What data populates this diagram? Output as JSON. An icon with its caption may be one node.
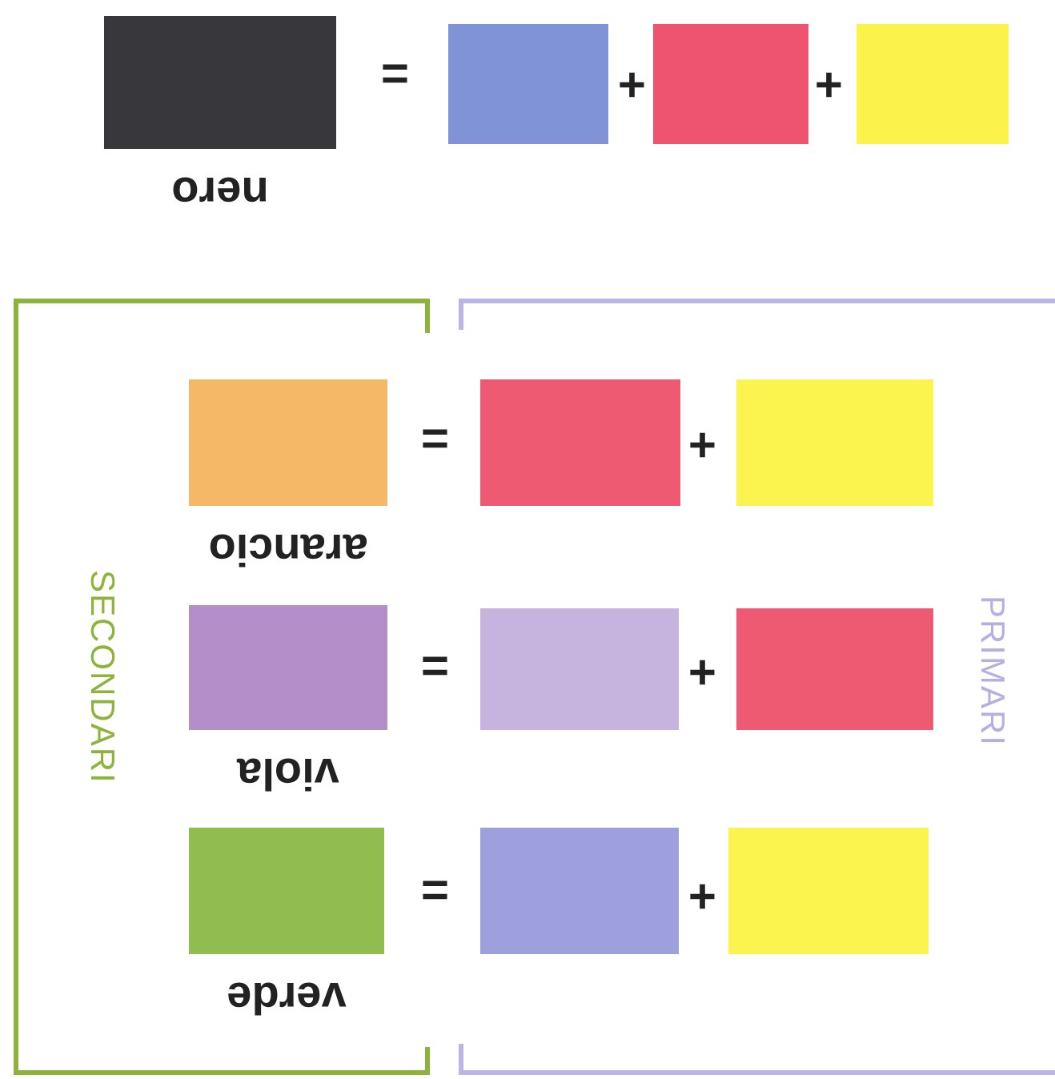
{
  "diagram": {
    "nodes": [
      {
        "text": [
          "nero"
        ]
      },
      {
        "text": [],
        "shape": "box"
      },
      {
        "text": [],
        "shape": "box"
      },
      {
        "text": [],
        "shape": "box"
      },
      {
        "text": [
          "SECONDARI"
        ]
      },
      {
        "text": [
          "arancio"
        ],
        "in": 4
      },
      {
        "text": [
          "viola"
        ],
        "in": 4
      },
      {
        "text": [
          "verde"
        ],
        "in": 4
      },
      {
        "text": [
          "PRIMARI"
        ]
      },
      {
        "text": [],
        "shape": "box",
        "in": 8
      },
      {
        "text": [],
        "shape": "box",
        "in": 8
      },
      {
        "text": [],
        "shape": "box",
        "in": 8
      },
      {
        "text": [],
        "shape": "box",
        "in": 8
      },
      {
        "text": [],
        "shape": "box",
        "in": 8
      },
      {
        "text": [],
        "shape": "box",
        "in": 8
      }
    ],
    "edges": [],
    "labels": [
      "=",
      "+",
      "+",
      "=",
      "+",
      "=",
      "+",
      "=",
      "+"
    ]
  }
}
